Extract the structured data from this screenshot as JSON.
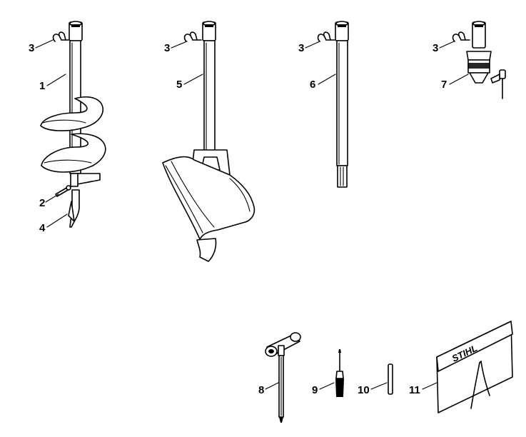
{
  "callouts": {
    "c1": "1",
    "c2": "2",
    "c3a": "3",
    "c3b": "3",
    "c3c": "3",
    "c3d": "3",
    "c4": "4",
    "c5": "5",
    "c6": "6",
    "c7": "7",
    "c8": "8",
    "c9": "9",
    "c10": "10",
    "c11": "11"
  },
  "pouch_logo": "STIHL"
}
